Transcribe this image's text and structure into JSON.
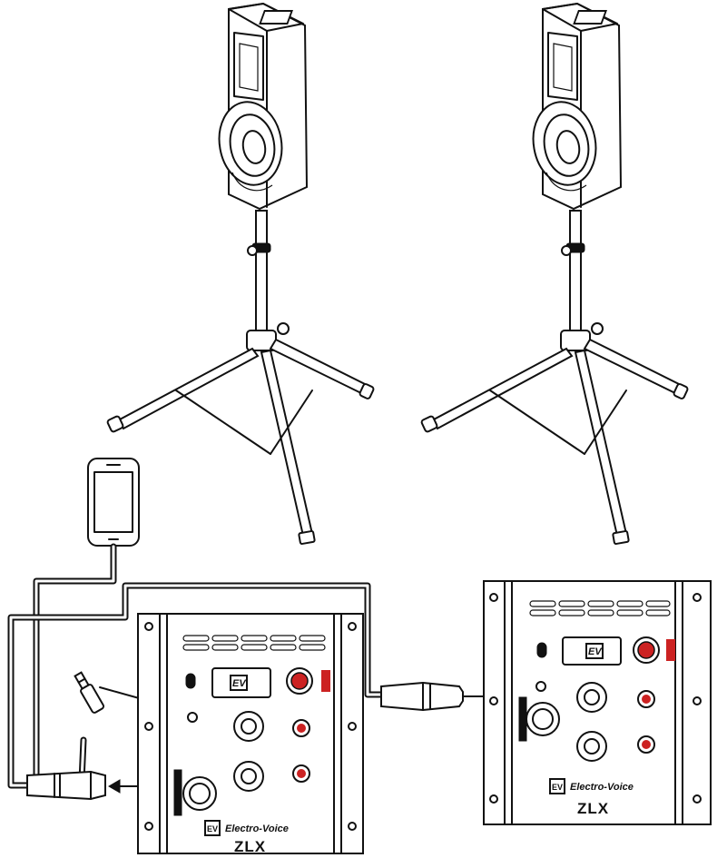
{
  "panels": [
    {
      "id": "left",
      "brand": "Electro-Voice",
      "model": "ZLX",
      "logo": "EV"
    },
    {
      "id": "right",
      "brand": "Electro-Voice",
      "model": "ZLX",
      "logo": "EV"
    }
  ],
  "icons": {
    "speaker": "speaker-on-tripod-stand",
    "phone": "smartphone-icon",
    "aux_plug": "3.5mm-aux-plug",
    "xlr_out": "xlr-female-connector",
    "xlr_in": "xlr-male-connector"
  },
  "colors": {
    "line": "#111111",
    "accent": "#cc2222",
    "background": "#ffffff"
  }
}
